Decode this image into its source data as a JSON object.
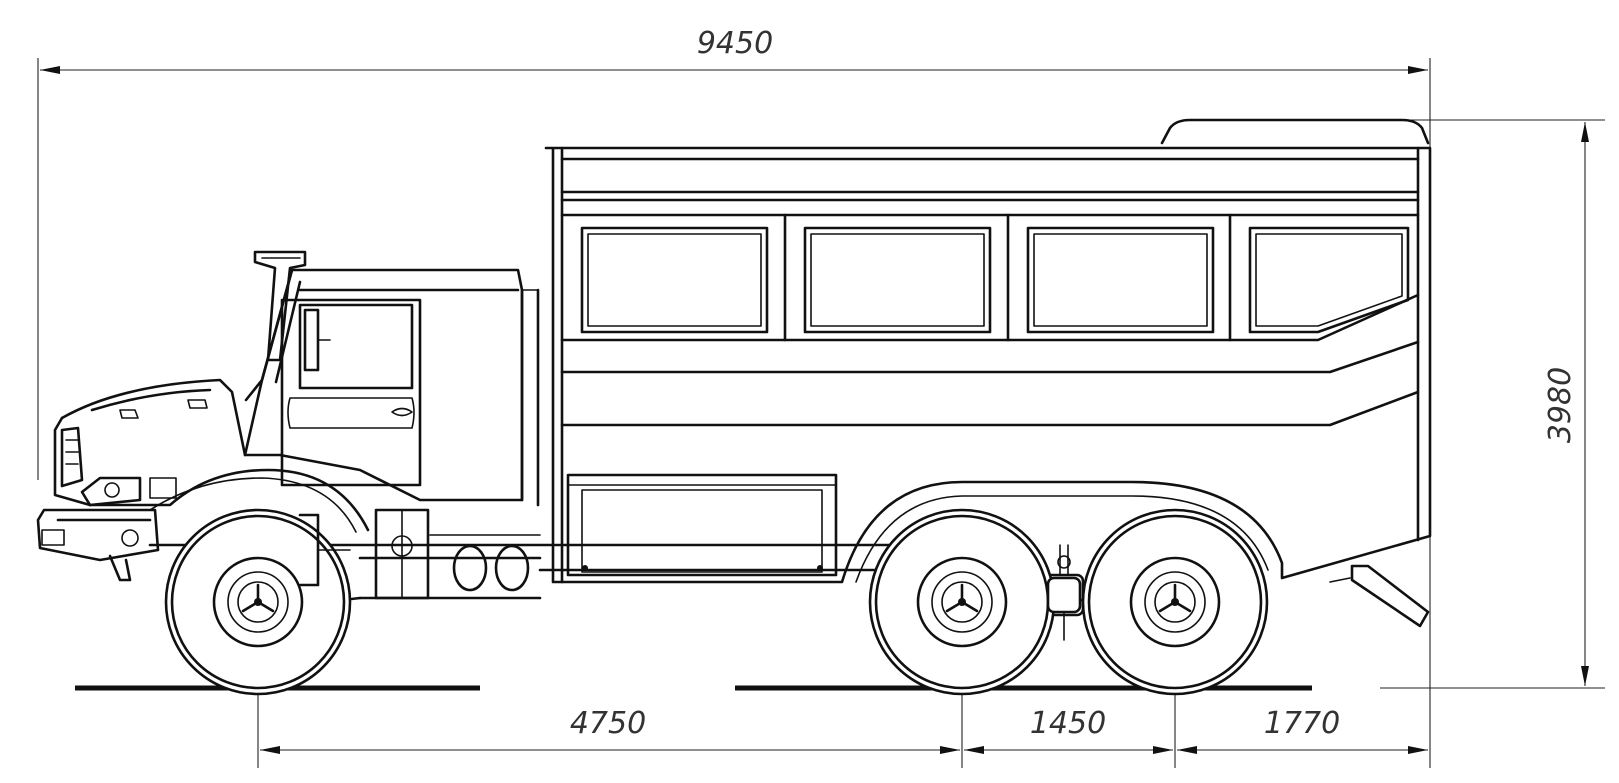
{
  "dimensions": {
    "overall_length": "9450",
    "overall_height": "3980",
    "wheelbase_front": "4750",
    "axle_spacing": "1450",
    "rear_overhang": "1770"
  },
  "colors": {
    "line": "#111111",
    "dimension_text": "#333333",
    "background": "#ffffff"
  }
}
